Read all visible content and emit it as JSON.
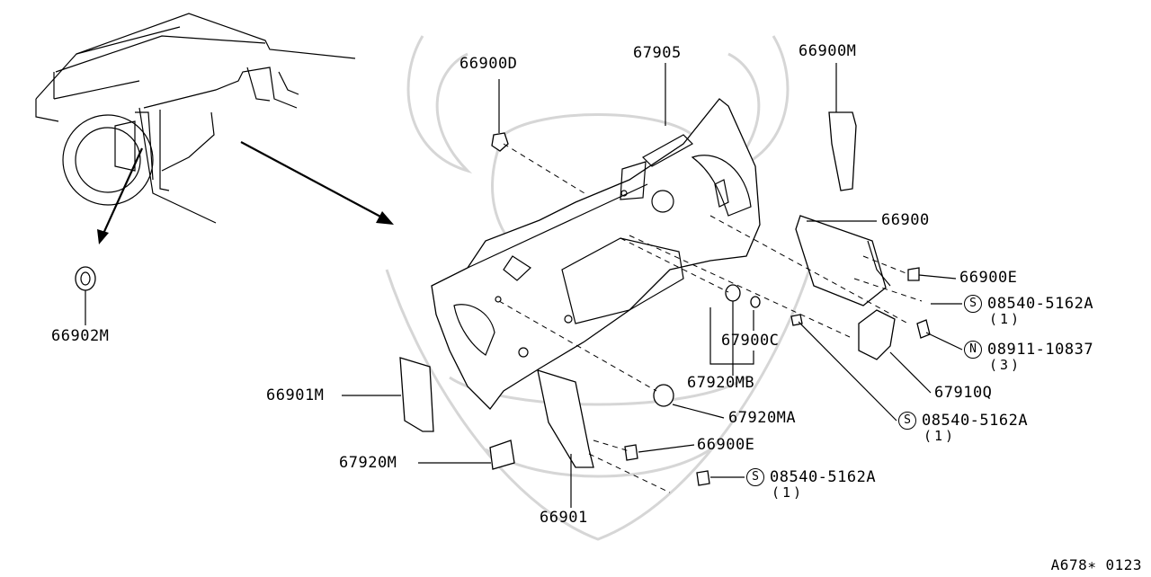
{
  "diagram_code": "A678∗ 0123",
  "callouts": [
    {
      "id": "66900D",
      "text": "66900D"
    },
    {
      "id": "67905",
      "text": "67905"
    },
    {
      "id": "66900M",
      "text": "66900M"
    },
    {
      "id": "66900",
      "text": "66900"
    },
    {
      "id": "66900E_right",
      "text": "66900E"
    },
    {
      "id": "s1",
      "symbol": "S",
      "text": "08540-5162A",
      "qty": "(1)"
    },
    {
      "id": "n1",
      "symbol": "N",
      "text": "08911-10837",
      "qty": "(3)"
    },
    {
      "id": "67910Q",
      "text": "67910Q"
    },
    {
      "id": "s2",
      "symbol": "S",
      "text": "08540-5162A",
      "qty": "(1)"
    },
    {
      "id": "67900C",
      "text": "67900C"
    },
    {
      "id": "67920MB",
      "text": "67920MB"
    },
    {
      "id": "67920MA",
      "text": "67920MA"
    },
    {
      "id": "66900E_bottom",
      "text": "66900E"
    },
    {
      "id": "s3",
      "symbol": "S",
      "text": "08540-5162A",
      "qty": "(1)"
    },
    {
      "id": "66901",
      "text": "66901"
    },
    {
      "id": "66901M",
      "text": "66901M"
    },
    {
      "id": "67920M",
      "text": "67920M"
    },
    {
      "id": "66902M",
      "text": "66902M"
    }
  ]
}
